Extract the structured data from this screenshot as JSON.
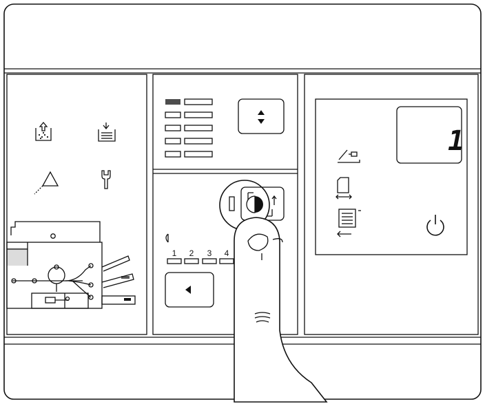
{
  "density_scale": {
    "labels": [
      "1",
      "2",
      "3",
      "4"
    ]
  },
  "quantity_display": {
    "value": "1"
  },
  "icons": {
    "add_toner": "add-toner-icon",
    "add_paper": "add-paper-icon",
    "warning": "warning-triangle-icon",
    "service": "wrench-icon",
    "exposure": "exposure-contrast-icon",
    "original_size": "original-size-icon",
    "copy_size": "copy-size-icon",
    "paper_feed": "paper-feed-icon",
    "power": "power-icon",
    "lighter": "lighter-icon"
  },
  "colors": {
    "ink": "#111111",
    "background": "#ffffff",
    "led_on": "#555555",
    "finger_fill": "#ffffff"
  }
}
